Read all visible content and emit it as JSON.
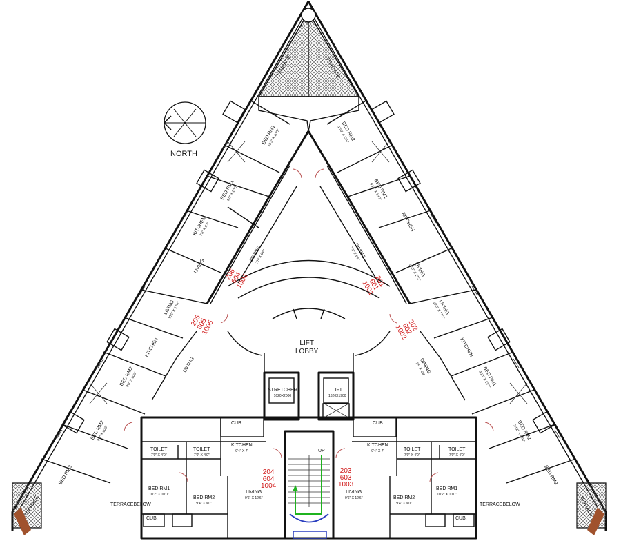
{
  "labels": {
    "north": "NORTH",
    "lift": "LIFT",
    "lobby": "LOBBY",
    "stretcher": "STRETCHER",
    "stretcher_dim": "1620X2000",
    "lift_small": "LIFT",
    "lift_dim": "1620X1900",
    "up": "UP"
  },
  "units": {
    "u206": [
      "206",
      "604",
      "1004"
    ],
    "u205": [
      "205",
      "605",
      "1005"
    ],
    "u201": [
      "201",
      "601",
      "1001"
    ],
    "u202": [
      "202",
      "602",
      "1002"
    ],
    "u204": [
      "204",
      "604",
      "1004"
    ],
    "u203": [
      "203",
      "603",
      "1003"
    ]
  },
  "rooms": {
    "bed_rm1": "BED RM1",
    "bed_rm2": "BED RM2",
    "bed_rm3": "BED RM3",
    "kitchen": "KITCHEN",
    "dining": "DINING",
    "living": "LIVING",
    "toilet": "TOILET",
    "terrace": "TERRACE",
    "terrace_below": "TERRACE",
    "below": "BELOW",
    "cup": "CUB.",
    "bed_rm1_b": "BED RM1",
    "bed_rm2_b": "BED RM2",
    "living_b": "LIVING",
    "dim_bed_a": "10'3\" X 10'6\"",
    "dim_bed_b": "9'0\" X 10'0\"",
    "dim_bed_c": "10'6\" X 11'0\"",
    "dim_bed_d": "9'10\" X 13'7\"",
    "dim_bed_e": "10'2\" X 10'0\"",
    "dim_bed_f": "10'2\" X 10'0\"",
    "dim_bed_g": "9'4\" X 9'0\"",
    "dim_kit": "7'6\" X 9'3\"",
    "dim_kit2": "9'4\" X 7'",
    "dim_din": "7'5\" X 6'6\"",
    "dim_din2": "7'5\" X 6'6\"",
    "dim_liv": "10'0\" X 17'4\"",
    "dim_liv2": "10'8\" X 17'2\"",
    "dim_liv3": "9'6\" X 12'6\"",
    "dim_toi": "7'0\" X 4'0\""
  }
}
